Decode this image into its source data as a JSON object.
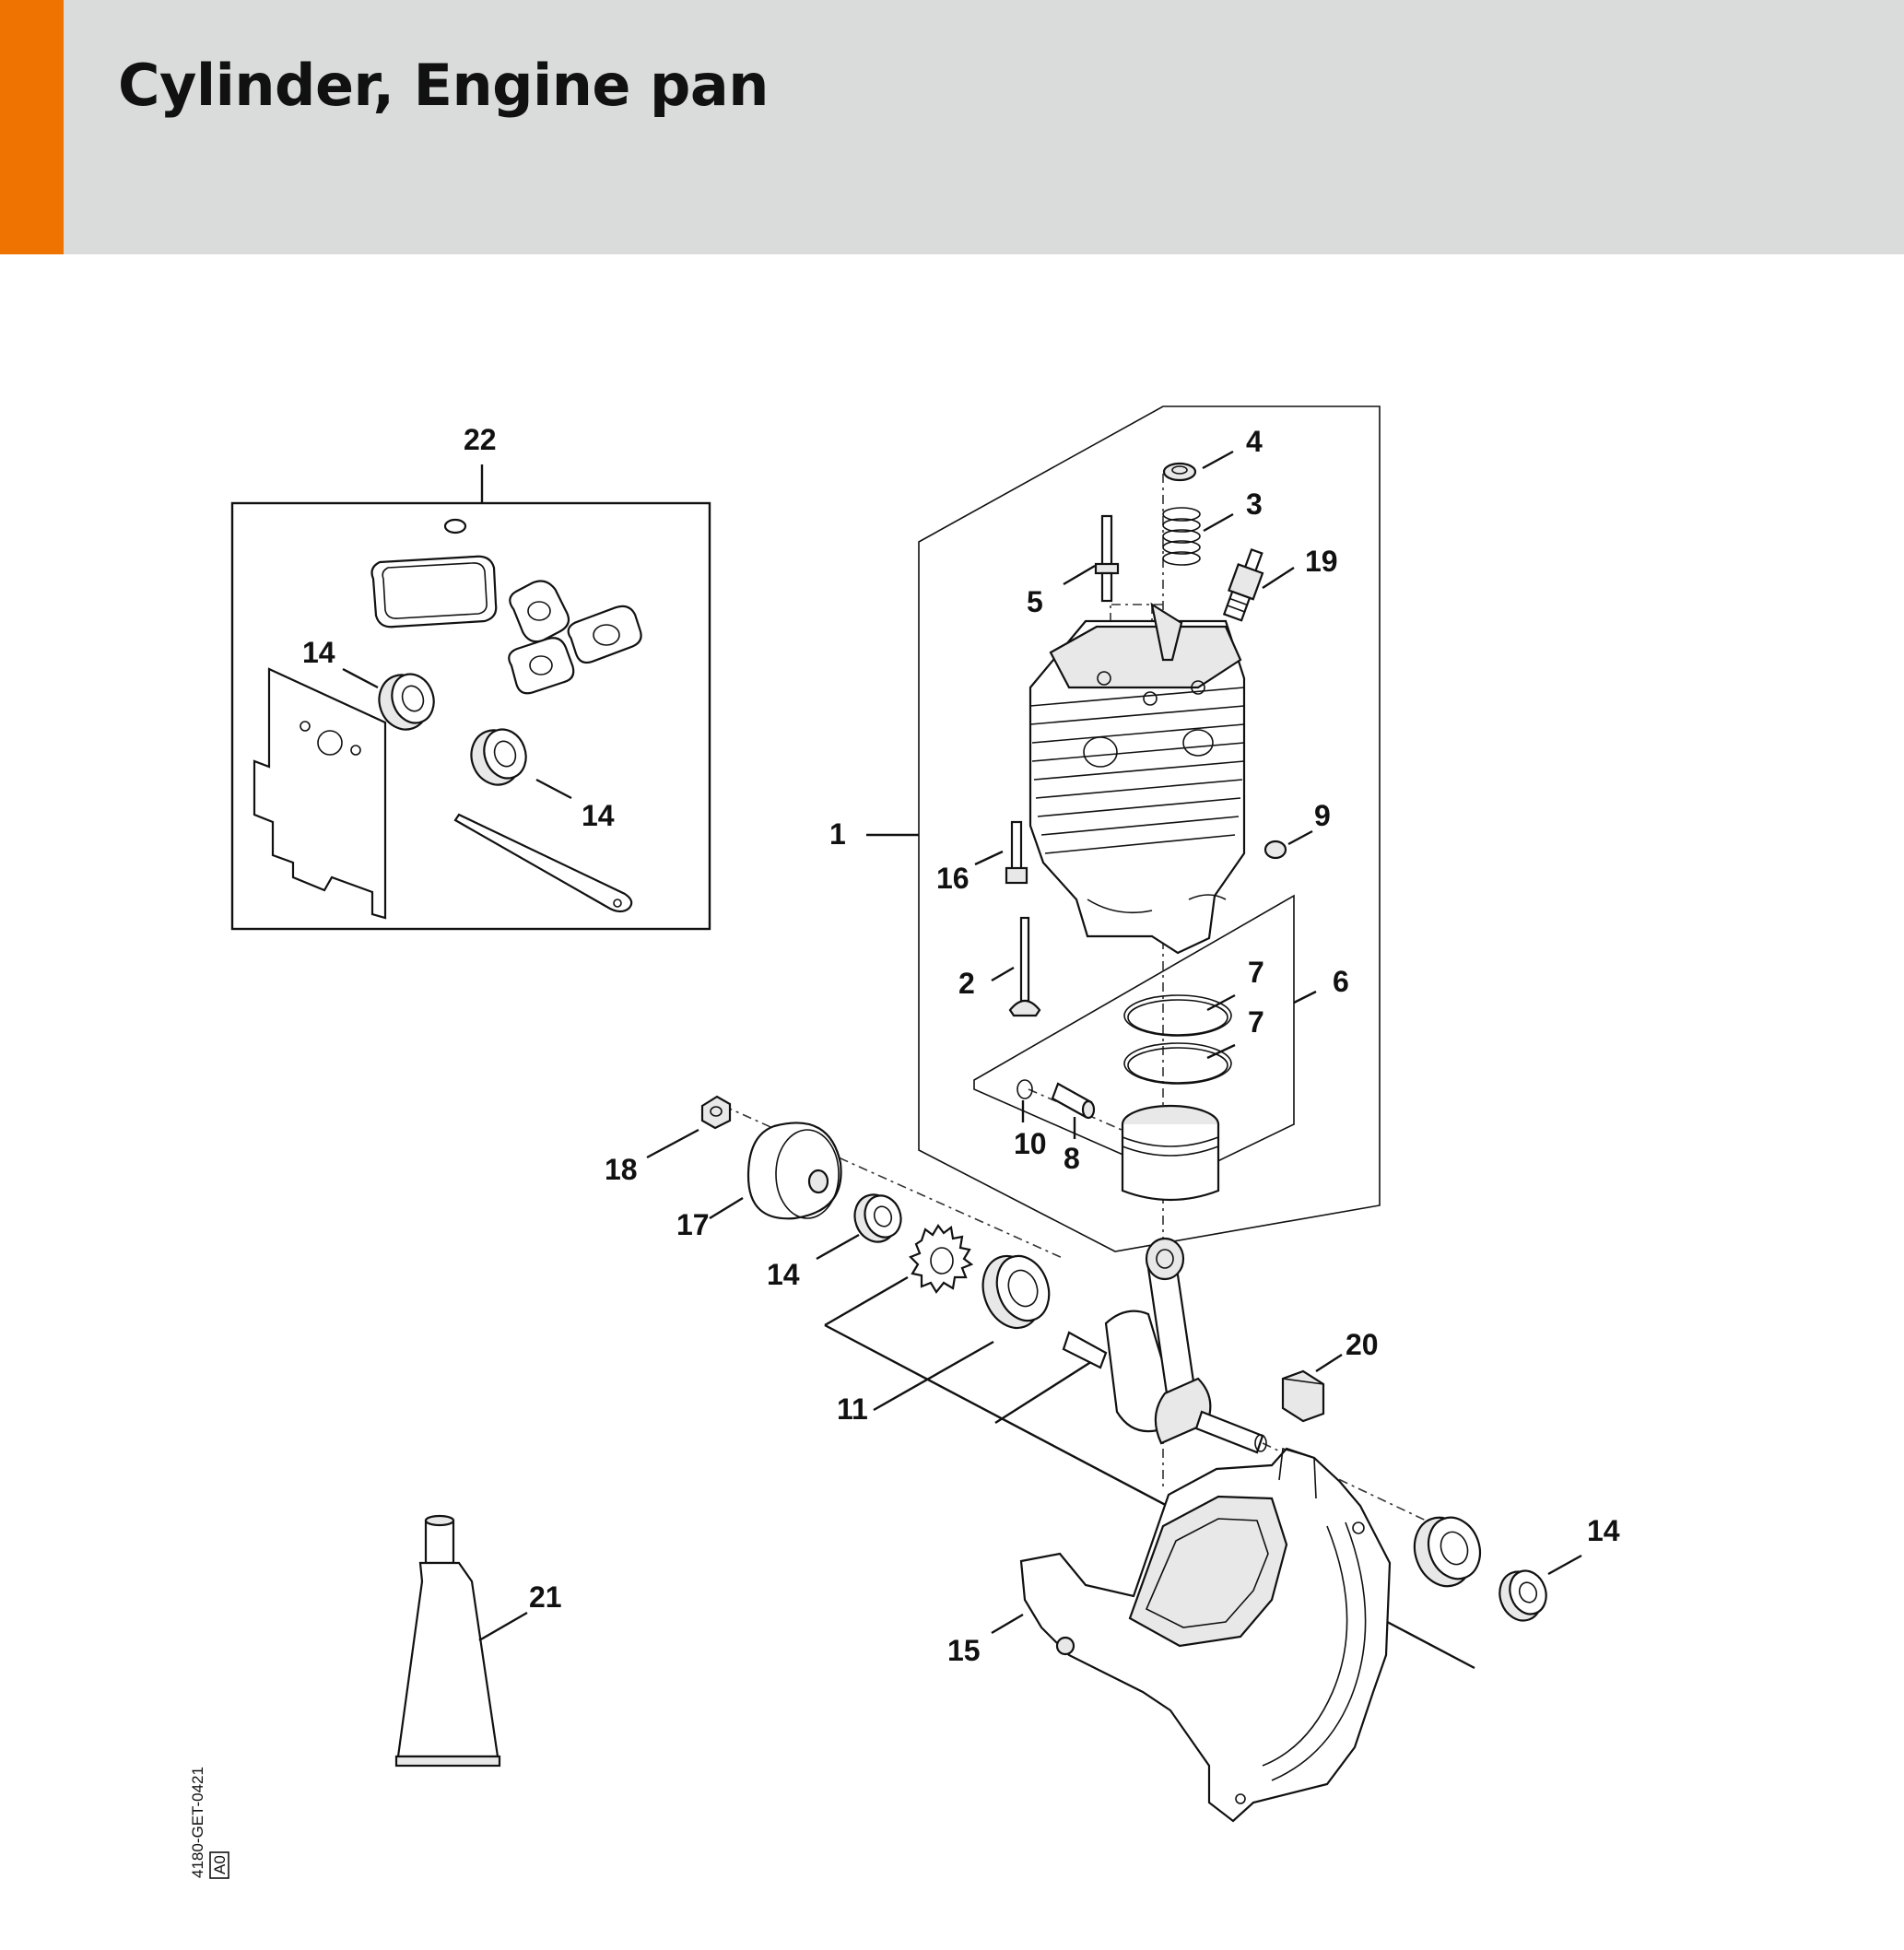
{
  "header": {
    "title": "Cylinder, Engine pan",
    "accent_color": "#ef7300",
    "background_color": "#dadbdb"
  },
  "diagram": {
    "doc_id": "4180-GET-0421",
    "doc_rev": "A0",
    "callouts": [
      "1",
      "2",
      "3",
      "4",
      "5",
      "6",
      "7",
      "7",
      "8",
      "9",
      "10",
      "11",
      "14",
      "14",
      "14",
      "14",
      "15",
      "16",
      "17",
      "18",
      "19",
      "20",
      "21",
      "22"
    ]
  }
}
